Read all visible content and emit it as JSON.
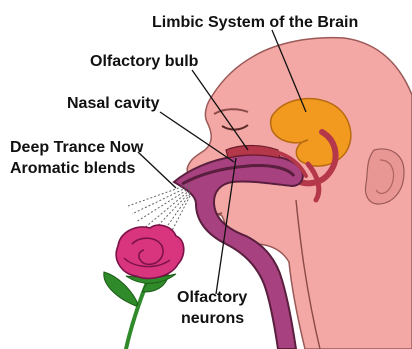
{
  "labels": {
    "limbic": "Limbic System of the Brain",
    "olfactory_bulb": "Olfactory bulb",
    "nasal_cavity": "Nasal cavity",
    "product_line1": "Deep Trance Now",
    "product_line2": "Aromatic blends",
    "neurons_line1": "Olfactory",
    "neurons_line2": "neurons"
  },
  "colors": {
    "skin": "#f4a8a6",
    "skin_dark": "#e28784",
    "brain_orange": "#f29a1f",
    "cavity_dark": "#5a1e3e",
    "cavity_purple": "#a8417f",
    "nerve_red": "#b5374a",
    "rose_pink": "#d9347e",
    "rose_dark": "#7a1248",
    "leaf_green": "#2f8a2a"
  }
}
